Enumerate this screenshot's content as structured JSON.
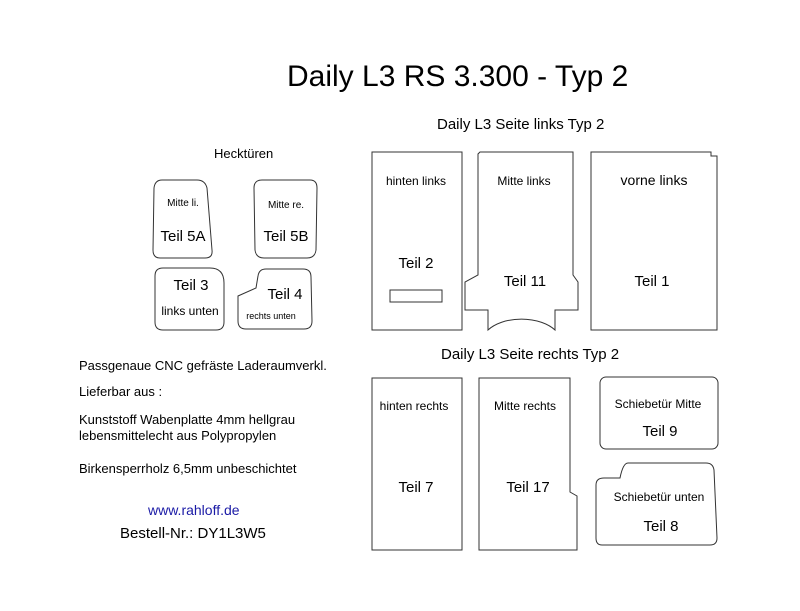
{
  "title": "Daily L3 RS 3.300 - Typ 2",
  "hecktueren": {
    "heading": "Hecktüren",
    "parts": [
      {
        "top": "Mitte li.",
        "bottom": "Teil 5A"
      },
      {
        "top": "Mitte re.",
        "bottom": "Teil 5B"
      },
      {
        "top": "Teil 3",
        "bottom": "links unten"
      },
      {
        "top": "Teil 4",
        "bottom": "rechts unten"
      }
    ]
  },
  "seite_links": {
    "heading": "Daily L3 Seite links Typ 2",
    "parts": [
      {
        "label": "hinten links",
        "teil": "Teil 2"
      },
      {
        "label": "Mitte links",
        "teil": "Teil 11"
      },
      {
        "label": "vorne links",
        "teil": "Teil 1"
      }
    ]
  },
  "seite_rechts": {
    "heading": "Daily L3 Seite rechts Typ 2",
    "parts": [
      {
        "label": "hinten rechts",
        "teil": "Teil 7"
      },
      {
        "label": "Mitte rechts",
        "teil": "Teil 17"
      },
      {
        "label": "Schiebetür Mitte",
        "teil": "Teil 9"
      },
      {
        "label": "Schiebetür unten",
        "teil": "Teil 8"
      }
    ]
  },
  "info": {
    "line1": "Passgenaue CNC gefräste Laderaumverkl.",
    "line2": "Lieferbar aus :",
    "line3": "Kunststoff Wabenplatte 4mm hellgrau",
    "line4": "lebensmittelecht aus Polypropylen",
    "line5": "Birkensperrholz 6,5mm unbeschichtet",
    "website": "www.rahloff.de",
    "order": "Bestell-Nr.: DY1L3W5"
  },
  "colors": {
    "link": "#1a1aa6",
    "outline": "#333333"
  }
}
